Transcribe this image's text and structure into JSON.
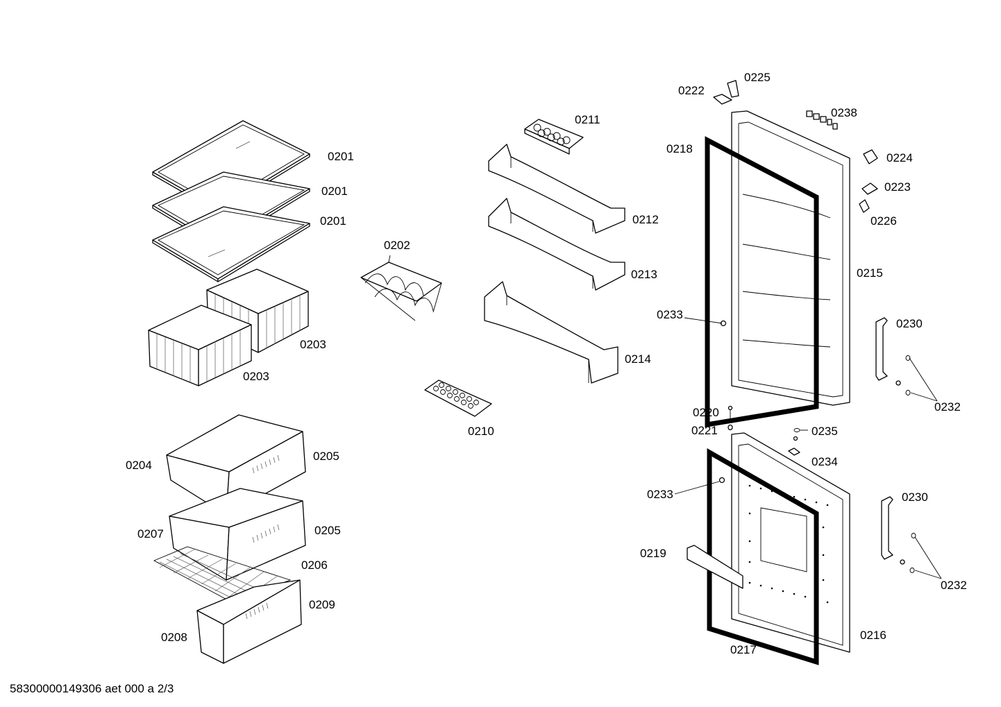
{
  "diagram": {
    "footer_code": "58300000149306 aet 000 a 2/3",
    "labels": {
      "l0201a": "0201",
      "l0201b": "0201",
      "l0201c": "0201",
      "l0202": "0202",
      "l0203a": "0203",
      "l0203b": "0203",
      "l0204": "0204",
      "l0205a": "0205",
      "l0205b": "0205",
      "l0206": "0206",
      "l0207": "0207",
      "l0208": "0208",
      "l0209": "0209",
      "l0210": "0210",
      "l0211": "0211",
      "l0212": "0212",
      "l0213": "0213",
      "l0214": "0214",
      "l0215": "0215",
      "l0216": "0216",
      "l0217": "0217",
      "l0218": "0218",
      "l0219": "0219",
      "l0220": "0220",
      "l0221": "0221",
      "l0222": "0222",
      "l0223": "0223",
      "l0224": "0224",
      "l0225": "0225",
      "l0226": "0226",
      "l0230a": "0230",
      "l0230b": "0230",
      "l0232a": "0232",
      "l0232b": "0232",
      "l0233a": "0233",
      "l0233b": "0233",
      "l0234": "0234",
      "l0235": "0235",
      "l0238": "0238"
    }
  }
}
